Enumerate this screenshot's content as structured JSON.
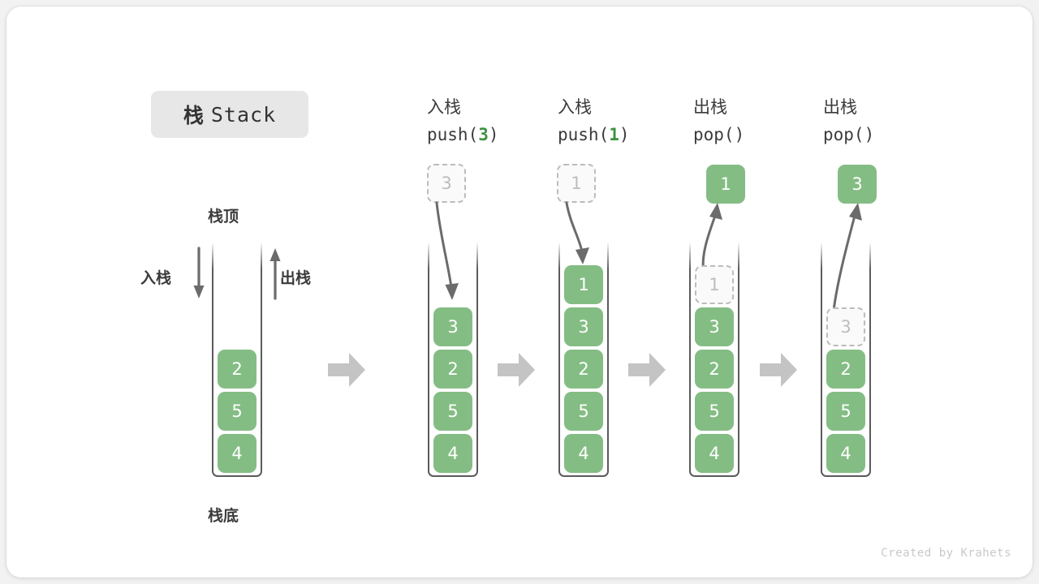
{
  "title": {
    "cn": "栈",
    "en": "Stack"
  },
  "labels": {
    "stack_top": "栈顶",
    "stack_bottom": "栈底",
    "push_side": "入栈",
    "pop_side": "出栈"
  },
  "credit": "Created by Krahets",
  "colors": {
    "element_green": "#84bd84",
    "ghost_fill": "#fafafa",
    "ghost_border": "#bcbcbc",
    "ghost_text": "#bdbdbd",
    "container_stroke": "#5b5b5b",
    "arrow_gray": "#6b6b6b",
    "step_arrow_gray": "#c4c4c4",
    "badge_bg": "#e7e7e7",
    "text_dark": "#3b3b3b",
    "accent_green_text": "#3f9142",
    "credit_gray": "#c9c9c9"
  },
  "columns": [
    {
      "id": "initial",
      "header_cn": "",
      "header_code_prefix": "",
      "header_code_arg": "",
      "header_code_suffix": "",
      "stack": [
        "4",
        "5",
        "2"
      ],
      "ghost_in_stack": null,
      "float_box": null,
      "float_box_kind": ""
    },
    {
      "id": "push-3",
      "header_cn": "入栈",
      "header_code_prefix": "push(",
      "header_code_arg": "3",
      "header_code_suffix": ")",
      "stack": [
        "4",
        "5",
        "2",
        "3"
      ],
      "ghost_in_stack": null,
      "float_box": "3",
      "float_box_kind": "ghost"
    },
    {
      "id": "push-1",
      "header_cn": "入栈",
      "header_code_prefix": "push(",
      "header_code_arg": "1",
      "header_code_suffix": ")",
      "stack": [
        "4",
        "5",
        "2",
        "3",
        "1"
      ],
      "ghost_in_stack": null,
      "float_box": "1",
      "float_box_kind": "ghost"
    },
    {
      "id": "pop-1",
      "header_cn": "出栈",
      "header_code_prefix": "pop(",
      "header_code_arg": "",
      "header_code_suffix": ")",
      "stack": [
        "4",
        "5",
        "2",
        "3"
      ],
      "ghost_in_stack": "1",
      "float_box": "1",
      "float_box_kind": "solid"
    },
    {
      "id": "pop-3",
      "header_cn": "出栈",
      "header_code_prefix": "pop(",
      "header_code_arg": "",
      "header_code_suffix": ")",
      "stack": [
        "4",
        "5",
        "2"
      ],
      "ghost_in_stack": "3",
      "float_box": "3",
      "float_box_kind": "solid"
    }
  ]
}
